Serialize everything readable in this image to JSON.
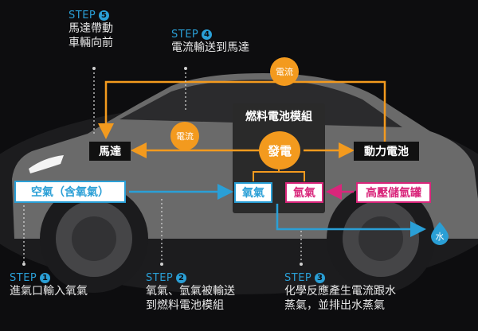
{
  "colors": {
    "orange": "#f39a1e",
    "blue": "#2a9fd6",
    "magenta": "#d9267b",
    "background": "#0d0d0f",
    "car_body": "#6a6a6a",
    "panel": "#2a2a2a"
  },
  "fuel_cell": {
    "title": "燃料電池模組",
    "generator": "發電",
    "oxygen": "氧氣",
    "hydrogen": "氫氣"
  },
  "components": {
    "motor": "馬達",
    "battery": "動力電池",
    "air_intake": "空氣（含氧氣）",
    "hydrogen_tank": "高壓儲氫罐"
  },
  "flow_labels": {
    "current_top": "電流",
    "current_left": "電流",
    "water": "水"
  },
  "steps": [
    {
      "label": "STEP",
      "number": "1",
      "line1": "進氣口輸入氧氣",
      "line2": ""
    },
    {
      "label": "STEP",
      "number": "2",
      "line1": "氧氣、氫氣被輸送",
      "line2": "到燃料電池模組"
    },
    {
      "label": "STEP",
      "number": "3",
      "line1": "化學反應產生電流跟水",
      "line2": "蒸氣，並排出水蒸氣"
    },
    {
      "label": "STEP",
      "number": "4",
      "line1": "電流輸送到馬達",
      "line2": ""
    },
    {
      "label": "STEP",
      "number": "5",
      "line1": "馬達帶動",
      "line2": "車輛向前"
    }
  ]
}
